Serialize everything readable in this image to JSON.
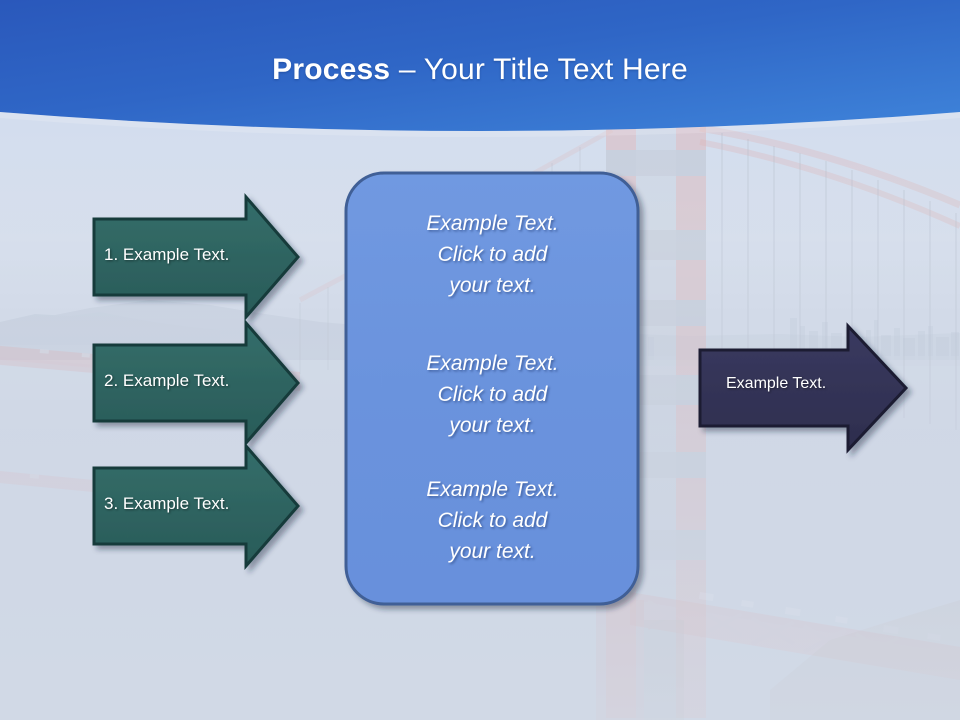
{
  "slide": {
    "title": {
      "bold_part": "Process",
      "rest_part": " – Your Title Text Here"
    },
    "header_color_top": "#2b5cbd",
    "header_color_bottom": "#3d80d8",
    "background_description": "golden-gate-bridge-photo-faded"
  },
  "left_arrows": {
    "fill": "#2f6562",
    "stroke": "#173b3a",
    "items": [
      {
        "label": "1. Example Text."
      },
      {
        "label": "2. Example Text."
      },
      {
        "label": "3. Example Text."
      }
    ]
  },
  "center_panel": {
    "fill": "#6b93dd",
    "stroke": "#3f5f96",
    "blocks": [
      {
        "line1": "Example Text.",
        "line2": "Click  to add",
        "line3": "your text."
      },
      {
        "line1": "Example Text.",
        "line2": "Click  to add",
        "line3": "your text."
      },
      {
        "line1": "Example Text.",
        "line2": "Click  to add",
        "line3": "your text."
      }
    ]
  },
  "right_arrow": {
    "fill": "#343458",
    "stroke": "#1b1b33",
    "label": "Example Text."
  }
}
